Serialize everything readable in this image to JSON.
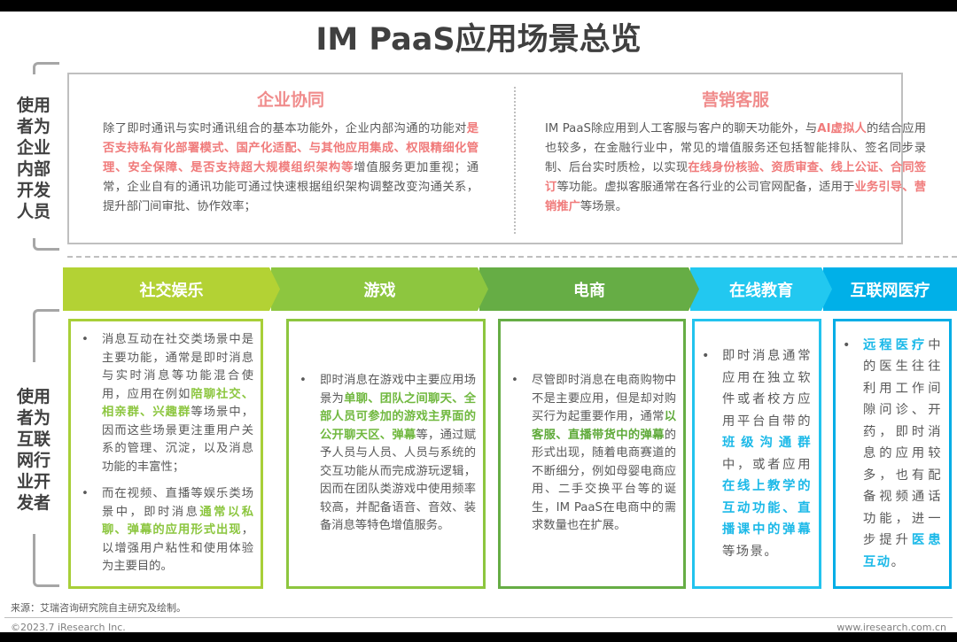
{
  "title": "IM PaaS应用场景总览",
  "top_section": {
    "side_label": [
      "使用",
      "者为",
      "企业",
      "内部",
      "开发",
      "人员"
    ],
    "columns": [
      {
        "heading": "企业协同",
        "segments": [
          {
            "text": "除了即时通讯与实时通讯组合的基本功能外，企业内部沟通的功能对",
            "hl": false
          },
          {
            "text": "是否支持私有化部署模式、国产化适配、与其他应用集成、权限精细化管理、安全保障、是否支持超大规模组织架构等",
            "hl": true
          },
          {
            "text": "增值服务更加重视；通常，企业自有的通讯功能可通过快速根据组织架构调整改变沟通关系，提升部门间审批、协作效率；",
            "hl": false
          }
        ]
      },
      {
        "heading": "营销客服",
        "segments": [
          {
            "text": "IM PaaS除应用到人工客服与客户的聊天功能外，与",
            "hl": false
          },
          {
            "text": "AI虚拟人",
            "hl": true
          },
          {
            "text": "的结合应用也较多，在金融行业中，常见的增值服务还包括智能排队、签名同步录制、后台实时质检，以实现",
            "hl": false
          },
          {
            "text": "在线身份核验、资质审查、线上公证、合同签订",
            "hl": true
          },
          {
            "text": "等功能。虚拟客服通常在各行业的公司官网配备，适用于",
            "hl": false
          },
          {
            "text": "业务引导、营销推广",
            "hl": true
          },
          {
            "text": "等场景。",
            "hl": false
          }
        ]
      }
    ]
  },
  "bottom_section": {
    "side_label": [
      "使用",
      "者为",
      "互联",
      "网行",
      "业开",
      "发者"
    ],
    "categories": [
      {
        "label": "社交娱乐",
        "color": "#b3d234",
        "border": "#a8cf38"
      },
      {
        "label": "游戏",
        "color": "#8dc63f",
        "border": "#8dc63f"
      },
      {
        "label": "电商",
        "color": "#66ad45",
        "border": "#66ad45"
      },
      {
        "label": "在线教育",
        "color": "#22c8f0",
        "border": "#22c3ee"
      },
      {
        "label": "互联网医疗",
        "color": "#00b0e8",
        "border": "#00ade6"
      }
    ],
    "cards": [
      {
        "bullets": [
          [
            {
              "text": "消息互动在社交类场景中是主要功能，通常是即时消息与实时消息等功能混合使用，应用在例如",
              "hl": false
            },
            {
              "text": "陪聊社交、相亲群、兴趣群",
              "hl": true
            },
            {
              "text": "等场景中，因而这些场景更注重用户关系的管理、沉淀，以及消息功能的丰富性；",
              "hl": false
            }
          ],
          [
            {
              "text": "而在视频、直播等娱乐类场景中，即时消息",
              "hl": false
            },
            {
              "text": "通常以私聊、弹幕的应用形式出现",
              "hl": true
            },
            {
              "text": "，以增强用户粘性和使用体验为主要目的。",
              "hl": false
            }
          ]
        ]
      },
      {
        "bullets": [
          [
            {
              "text": "即时消息在游戏中主要应用场景为",
              "hl": false
            },
            {
              "text": "单聊、团队之间聊天、全部人员可参加的游戏主界面的公开聊天区、弹幕",
              "hl": true
            },
            {
              "text": "等，通过赋予人员与人员、人员与系统的交互功能从而完成游玩逻辑，因而在团队类游戏中使用频率较高，并配备语音、音效、装备消息等特色增值服务。",
              "hl": false
            }
          ]
        ]
      },
      {
        "bullets": [
          [
            {
              "text": "尽管即时消息在电商购物中不是主要应用，但是却对购买行为起重要作用，通常",
              "hl": false
            },
            {
              "text": "以客服、直播带货中的弹幕",
              "hl": true
            },
            {
              "text": "的形式出现，随着电商赛道的不断细分，例如母婴电商应用、二手交换平台等的诞生，IM PaaS在电商中的需求数量也在扩展。",
              "hl": false
            }
          ]
        ]
      },
      {
        "bullets": [
          [
            {
              "text": "即时消息通常应用在独立软件或者校方应用平台自带的",
              "hl": false
            },
            {
              "text": "班级沟通群",
              "hl": true
            },
            {
              "text": "中，或者应用",
              "hl": false
            },
            {
              "text": "在线上教学的互动功能、直播课中的弹幕",
              "hl": true
            },
            {
              "text": "等场景。",
              "hl": false
            }
          ]
        ]
      },
      {
        "bullets": [
          [
            {
              "text": "远程医疗",
              "hl": true
            },
            {
              "text": "中的医生往往利用工作间隙问诊、开药，即时消息的应用较多，也有配备视频通话功能，进一步提升",
              "hl": false
            },
            {
              "text": "医患互动",
              "hl": true
            },
            {
              "text": "。",
              "hl": false
            }
          ]
        ]
      }
    ]
  },
  "footer": {
    "source": "来源：艾瑞咨询研究院自主研究及绘制。",
    "copyright": "©2023.7 iResearch Inc.",
    "website": "www.iresearch.com.cn"
  },
  "colors": {
    "highlight_red": "#f07b7b",
    "title_text": "#404040"
  }
}
